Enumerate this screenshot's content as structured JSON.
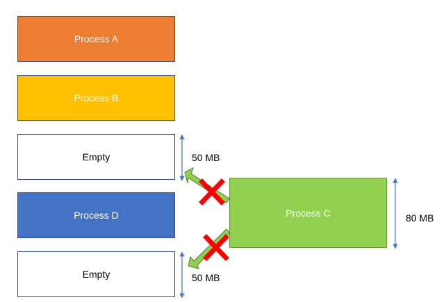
{
  "memory_blocks": [
    {
      "label": "Process A",
      "color": "#ed7d31",
      "state": "allocated"
    },
    {
      "label": "Process B",
      "color": "#ffc000",
      "state": "allocated"
    },
    {
      "label": "Empty",
      "color": "#ffffff",
      "state": "free"
    },
    {
      "label": "Process D",
      "color": "#4472c4",
      "state": "allocated"
    },
    {
      "label": "Empty",
      "color": "#ffffff",
      "state": "free"
    }
  ],
  "incoming_process": {
    "label": "Process C",
    "color": "#92d050",
    "size_label": "80 MB"
  },
  "hole_sizes": {
    "top": "50 MB",
    "bottom": "50 MB"
  },
  "icons": {
    "blocked": "red-x-icon",
    "move": "green-arrow-icon",
    "dimension": "blue-double-arrow-icon"
  }
}
